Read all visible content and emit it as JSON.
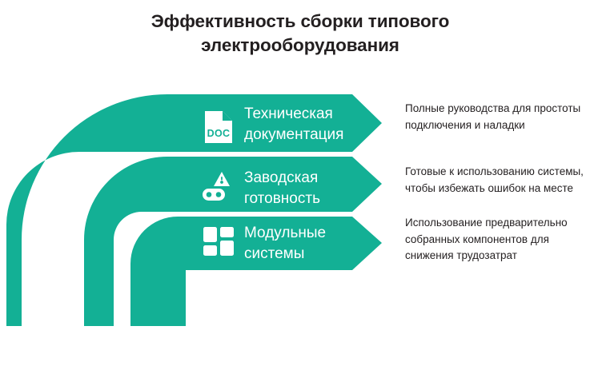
{
  "title": "Эффективность сборки типового электрооборудования",
  "colors": {
    "accent": "#13b095",
    "banner_text": "#ffffff",
    "body_text": "#231f20",
    "background": "#ffffff"
  },
  "items": [
    {
      "icon": "document-doc-icon",
      "icon_text": "DOC",
      "label": "Техническая\nдокументация",
      "description": "Полные руководства для простоты подключения и наладки"
    },
    {
      "icon": "factory-icon",
      "label": "Заводская\nготовность",
      "description": "Готовые к использованию системы, чтобы избежать ошибок на месте"
    },
    {
      "icon": "modular-blocks-icon",
      "label": "Модульные\nсистемы",
      "description": "Использование предварительно собранных компонентов для снижения трудозатрат"
    }
  ]
}
